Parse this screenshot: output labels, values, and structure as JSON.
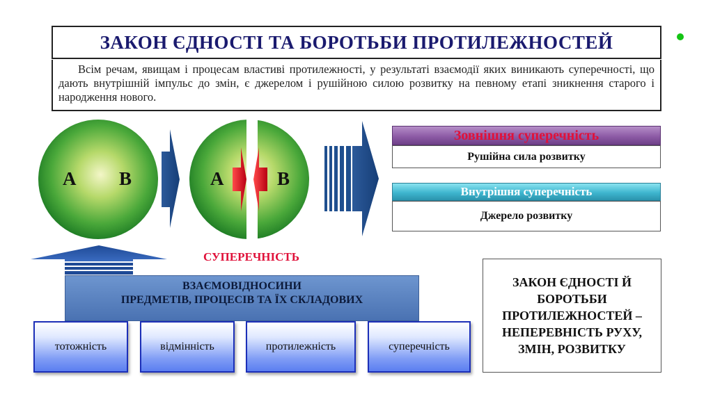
{
  "slide": {
    "title": "ЗАКОН ЄДНОСТІ ТА БОРОТЬБИ ПРОТИЛЕЖНОСТЕЙ",
    "description": "Всім речам, явищам і процесам властиві протилежності, у результаті взаємодії яких виникають суперечності, що дають внутрішній імпульс до змін, є джерелом і рушійною силою розвитку на певному етапі зникнення старого і народження нового."
  },
  "diagram": {
    "circle1": {
      "left_label": "А",
      "right_label": "В"
    },
    "circle2": {
      "left_label": "А",
      "right_label": "В"
    },
    "contradiction_label": "СУПЕРЕЧНІСТЬ",
    "relations": {
      "line1": "ВЗАЄМОВІДНОСИНИ",
      "line2": "ПРЕДМЕТІВ, ПРОЦЕСІВ ТА ЇХ СКЛАДОВИХ"
    },
    "categories": [
      "тотожність",
      "відмінність",
      "протилежність",
      "суперечність"
    ]
  },
  "contradictions": {
    "external": {
      "header": "Зовнішня суперечність",
      "text": "Рушійна сила розвитку"
    },
    "internal": {
      "header": "Внутрішня суперечність",
      "text": "Джерело розвитку"
    }
  },
  "law_summary": {
    "line1": "ЗАКОН ЄДНОСТІ Й",
    "line2": "БОРОТЬБИ",
    "line3": "ПРОТИЛЕЖНОСТЕЙ –",
    "line4": "НЕПЕРЕВНІСТЬ РУХУ,",
    "line5": "ЗМІН, РОЗВИТКУ"
  },
  "colors": {
    "title_text": "#1a1a6e",
    "sphere_green": "#2e9d2e",
    "red_accent": "#e0113a",
    "arrow_blue": "#1f4f8f",
    "external_header": "#8d5ba6",
    "internal_header": "#3fb6cf",
    "relations_fill": "#5b82c0",
    "category_border": "#1c2fb8",
    "bullet_green": "#14c414"
  }
}
